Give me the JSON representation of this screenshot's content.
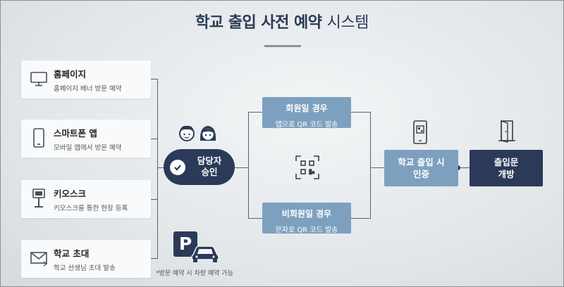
{
  "title": {
    "bold": "학교 출입 사전 예약",
    "normal": "시스템"
  },
  "channels": [
    {
      "icon": "monitor-icon",
      "title": "홈페이지",
      "subtitle": "홈페이지 배너 방문 예약"
    },
    {
      "icon": "smartphone-icon",
      "title": "스마트폰 앱",
      "subtitle": "모바일 앱에서 방문 예약"
    },
    {
      "icon": "kiosk-icon",
      "title": "키오스크",
      "subtitle": "키오스크를 통한 현장 등록"
    },
    {
      "icon": "envelope-icon",
      "title": "학교 초대",
      "subtitle": "학교 선생님 초대 발송"
    }
  ],
  "approval": {
    "line1": "담당자",
    "line2": "승인",
    "icons": [
      "staff-man-icon",
      "staff-woman-icon",
      "check-icon"
    ]
  },
  "member": {
    "title": "회원일 경우",
    "subtitle": "앱으로 QR 코드 발송"
  },
  "non_member": {
    "title": "비회원일 경우",
    "subtitle": "문자로 QR 코드 발송"
  },
  "qr_icon": "qr-scan-icon",
  "verify": {
    "line1": "학교 출입 시",
    "line2": "인증",
    "icon": "phone-qr-icon"
  },
  "gate": {
    "line1": "출입문",
    "line2": "개방",
    "icon": "door-icon"
  },
  "parking": {
    "letter": "P",
    "icon": "car-icon",
    "note": "*방문 예약 시 차량 예약 가능"
  },
  "colors": {
    "navy": "#2b3a58",
    "blue": "#7ea0bf",
    "line": "#5a6270"
  }
}
